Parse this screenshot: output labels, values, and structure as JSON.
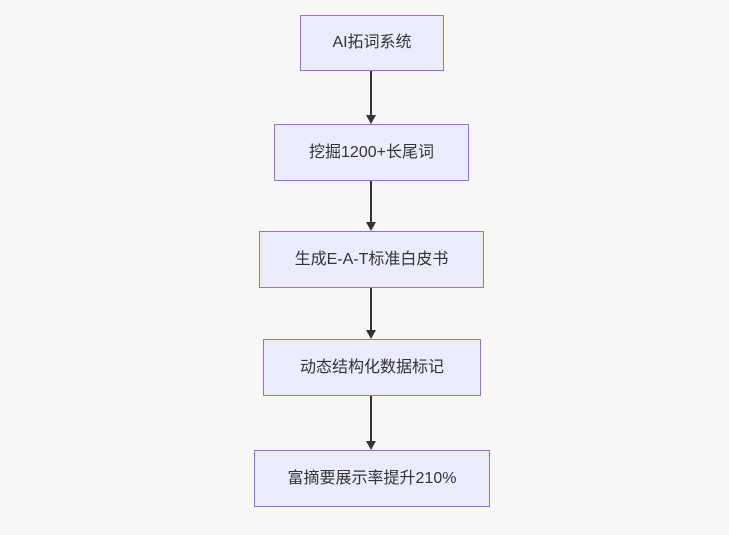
{
  "diagram": {
    "type": "flowchart",
    "direction": "top-down",
    "nodes": [
      {
        "id": "node-1",
        "label": "AI拓词系统"
      },
      {
        "id": "node-2",
        "label": "挖掘1200+长尾词"
      },
      {
        "id": "node-3",
        "label": "生成E-A-T标准白皮书"
      },
      {
        "id": "node-4",
        "label": "动态结构化数据标记"
      },
      {
        "id": "node-5",
        "label": "富摘要展示率提升210%"
      }
    ],
    "edges": [
      {
        "from": "node-1",
        "to": "node-2"
      },
      {
        "from": "node-2",
        "to": "node-3"
      },
      {
        "from": "node-3",
        "to": "node-4"
      },
      {
        "from": "node-4",
        "to": "node-5"
      }
    ],
    "colors": {
      "node_fill": "#ECECFF",
      "node_border": "#9370DB",
      "arrow": "#333333",
      "text": "#333333",
      "background": "#f8f8f8"
    }
  }
}
